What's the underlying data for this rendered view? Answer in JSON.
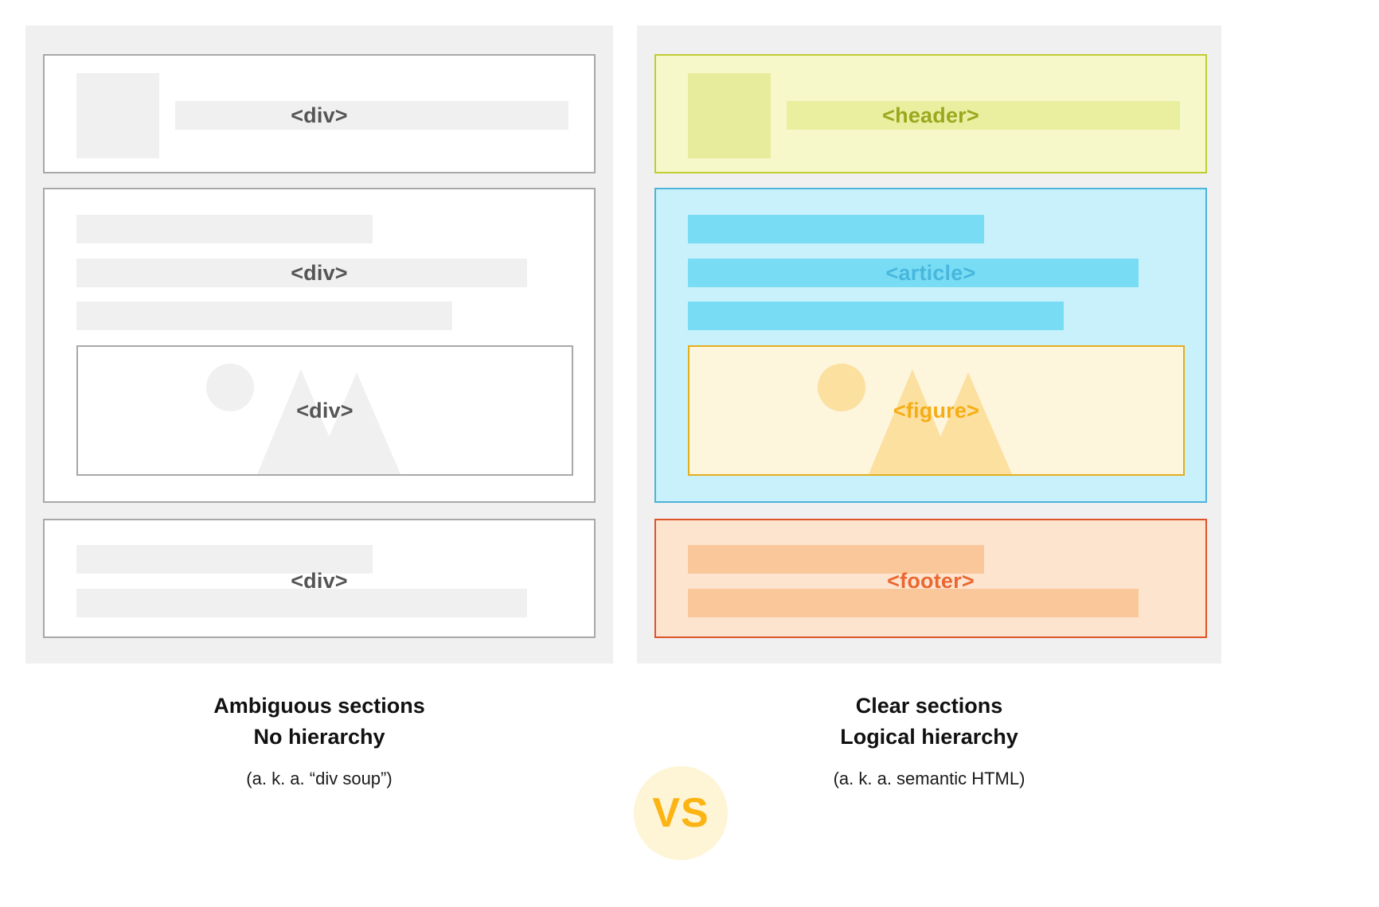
{
  "left_panel": {
    "name": "div-soup-wireframe",
    "sections": [
      {
        "tag": "<div>",
        "role": "header-like"
      },
      {
        "tag": "<div>",
        "role": "article-like"
      },
      {
        "tag": "<div>",
        "role": "figure-like"
      },
      {
        "tag": "<div>",
        "role": "footer-like"
      }
    ],
    "tag_color": "#555555",
    "panel_bg": "#f0f0f0",
    "box_border": "#a8a8a8",
    "placeholder_fill": "#f0f0f0"
  },
  "right_panel": {
    "name": "semantic-html-wireframe",
    "sections": [
      {
        "tag": "<header>",
        "fill": "#f6f8c9",
        "border": "#bfcc33",
        "text": "#9aa81f"
      },
      {
        "tag": "<article>",
        "fill": "#c8f1fc",
        "border": "#4cb3d9",
        "text": "#48b7dd"
      },
      {
        "tag": "<figure>",
        "fill": "#fef5dd",
        "border": "#e4ae1c",
        "text": "#f6ad14"
      },
      {
        "tag": "<footer>",
        "fill": "#fce4cf",
        "border": "#df5328",
        "text": "#ec6730"
      }
    ],
    "panel_bg": "#f0f0f0"
  },
  "captions": {
    "left": {
      "title": "Ambiguous sections\nNo hierarchy",
      "subtitle": "(a. k. a. “div soup”)"
    },
    "right": {
      "title": "Clear sections\nLogical hierarchy",
      "subtitle": "(a. k. a. semantic HTML)"
    }
  },
  "vs_badge": {
    "label": "VS",
    "circle_color": "#fdf5d6",
    "text_color": "#fbb413"
  }
}
